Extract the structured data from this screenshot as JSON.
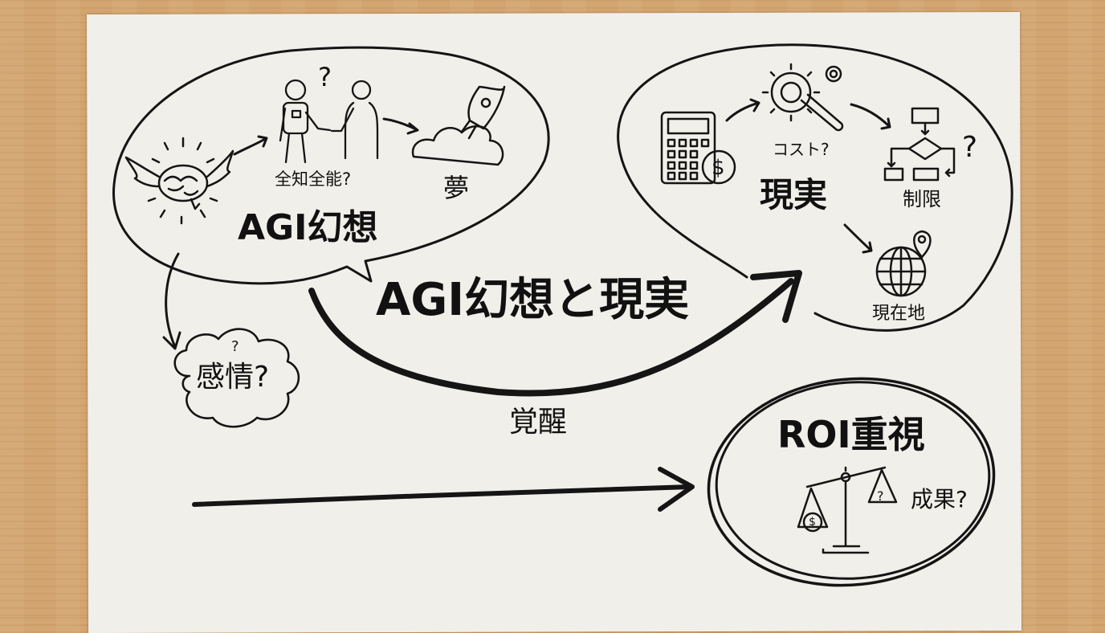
{
  "colors": {
    "desk_wood": "#d3a571",
    "paper": "#f1efea",
    "ink": "#151515"
  },
  "title": "AGI幻想と現実",
  "fantasy_bubble": {
    "heading": "AGI幻想",
    "robot_caption": "全知全能?",
    "question_mark": "?",
    "rocket_caption": "夢",
    "icons": [
      "winged-brain-icon",
      "robot-human-handshake-icon",
      "rocket-cloud-icon"
    ]
  },
  "emotion_cloud": {
    "label": "感情?",
    "question_mark": "?"
  },
  "reality_bubble": {
    "heading": "現実",
    "gear_caption": "コスト?",
    "flowchart_caption": "制限",
    "flowchart_question": "?",
    "globe_caption": "現在地",
    "icons": [
      "calculator-dollar-icon",
      "gear-wrench-icon",
      "flowchart-icon",
      "globe-pin-icon"
    ]
  },
  "transition_label": "覚醒",
  "roi_circle": {
    "heading": "ROI重視",
    "scale_caption": "成果?",
    "scale_left": "$",
    "scale_right": "?",
    "icons": [
      "balance-scale-icon"
    ]
  }
}
